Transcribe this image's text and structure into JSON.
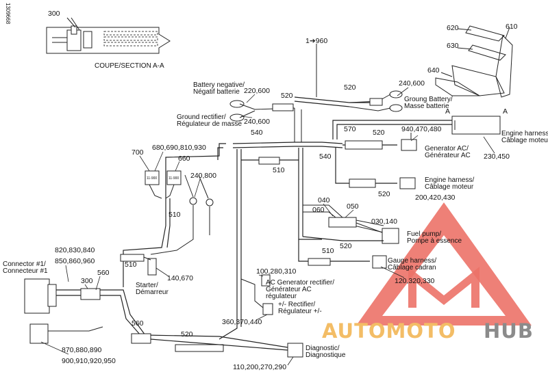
{
  "side_code": "1309668",
  "section_title": "COUPE/SECTION A-A",
  "section_marks": [
    "A",
    "A"
  ],
  "callouts": {
    "c300_top": "300",
    "c1960": "1➔960",
    "c620": "620",
    "c610": "610",
    "c630": "630",
    "c640": "640",
    "c520a": "520",
    "c520b": "520",
    "c220_600": "220,600",
    "c240_600a": "240,600",
    "c240_600b": "240,600",
    "c540a": "540",
    "c540b": "540",
    "c570": "570",
    "c520c": "520",
    "c940": "940,470,480",
    "c230": "230,450",
    "c700": "700",
    "c680": "680,690,810,930",
    "c660": "660",
    "c240_800": "240,800",
    "c510a": "510",
    "c510b": "510",
    "c510c": "510",
    "c510d": "510",
    "c520d": "520",
    "c200": "200,420,430",
    "c040": "040",
    "c050": "050",
    "c060": "060",
    "c030": "030,140",
    "c520e": "520",
    "c820": "820,830,840",
    "c850": "850,860,960",
    "c300": "300",
    "c560a": "560",
    "c140": "140,670",
    "c100": "100,280,310",
    "c120": "120,320,330",
    "c360": "360,370,440",
    "c560b": "560",
    "c520f": "520",
    "c870": "870,880,890",
    "c900": "900,910,920,950",
    "c110": "110,200,270,290"
  },
  "labels": {
    "battery_neg": [
      "Battery negative/",
      "Négatif batterie"
    ],
    "ground_rect": [
      "Ground rectifier/",
      "Régulateur de masse"
    ],
    "ground_batt": [
      "Groung Battery/",
      "Masse batterie"
    ],
    "engine_harness_top": [
      "Engine harness/",
      "Câblage moteur"
    ],
    "generator": [
      "Generator AC/",
      "Générateur AC"
    ],
    "engine_harness": [
      "Engine harness/",
      "Câblage moteur"
    ],
    "fuel_pump": [
      "Fuel pump/",
      "Pompe à essence"
    ],
    "gauge_harness": [
      "Gauge harness/",
      "Câblage cadran"
    ],
    "connector1": [
      "Connector #1/",
      "Connecteur #1"
    ],
    "starter": [
      "Starter/",
      "Démarreur"
    ],
    "ac_gen_rect": [
      "AC Generator rectifier/",
      "Générateur AC",
      "régulateur"
    ],
    "rectifier": [
      "+/- Rectifier/",
      "Régulateur +/-"
    ],
    "diagnostic": [
      "Diagnostic/",
      "Diagnostique"
    ]
  },
  "relay_labels": [
    "11-900",
    "11-900"
  ],
  "watermark": {
    "text_a": "AUTOMOTO",
    "text_b": "HUB",
    "color_a": "#f2b24c",
    "color_b": "#777777",
    "triangle_color": "#e95a4e"
  }
}
